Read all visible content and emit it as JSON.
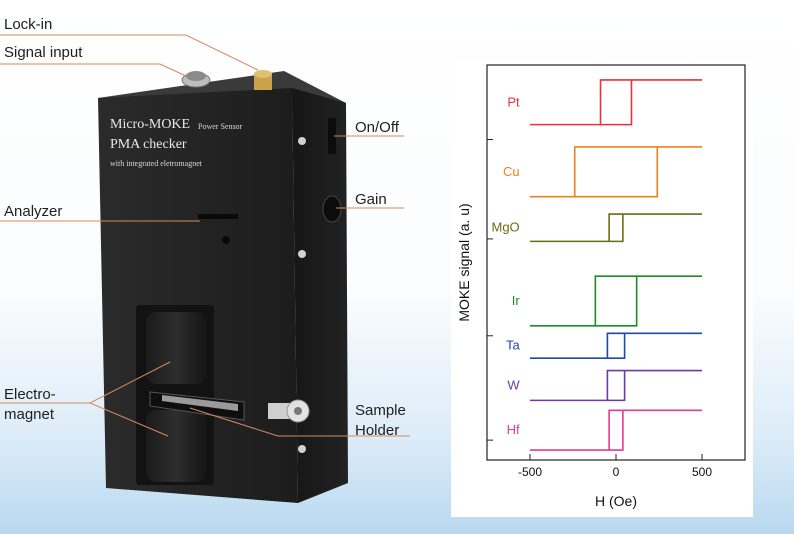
{
  "device": {
    "title_line1": "Micro-MOKE",
    "title_line2": "PMA checker",
    "subtitle": "with integrated eletromagnet",
    "top_labels": "Power  Sensor"
  },
  "callouts": {
    "lock_in": "Lock-in",
    "signal_input": "Signal input",
    "on_off": "On/Off",
    "analyzer": "Analyzer",
    "gain": "Gain",
    "electro1": "Electro-",
    "electro2": "magnet",
    "sample1": "Sample",
    "sample2": "Holder"
  },
  "colors": {
    "Pt": "#e8313a",
    "Cu": "#f07f1e",
    "MgO": "#6b6b14",
    "Ir": "#1f8a2a",
    "Ta": "#1c48b4",
    "W": "#6a3aa8",
    "Hf": "#e23c8e"
  },
  "chart_data": {
    "type": "line",
    "xlabel": "H (Oe)",
    "ylabel": "MOKE signal (a. u)",
    "xlim": [
      -750,
      750
    ],
    "xticks": [
      -500,
      0,
      500
    ],
    "xtick_labels": [
      "-500",
      "0",
      "500"
    ],
    "series": [
      {
        "name": "Pt",
        "coercive_minus": -90,
        "coercive_plus": 90,
        "low": 6.55,
        "high": 7.45
      },
      {
        "name": "Cu",
        "coercive_minus": -240,
        "coercive_plus": 240,
        "low": 5.1,
        "high": 6.1
      },
      {
        "name": "MgO",
        "coercive_minus": -40,
        "coercive_plus": 40,
        "low": 4.2,
        "high": 4.75
      },
      {
        "name": "Ir",
        "coercive_minus": -120,
        "coercive_plus": 120,
        "low": 2.5,
        "high": 3.5
      },
      {
        "name": "Ta",
        "coercive_minus": -50,
        "coercive_plus": 50,
        "low": 1.85,
        "high": 2.35
      },
      {
        "name": "W",
        "coercive_minus": -50,
        "coercive_plus": 50,
        "low": 1.0,
        "high": 1.6
      },
      {
        "name": "Hf",
        "coercive_minus": -40,
        "coercive_plus": 40,
        "low": 0.0,
        "high": 0.8
      }
    ],
    "ylim": [
      -0.2,
      7.75
    ]
  }
}
